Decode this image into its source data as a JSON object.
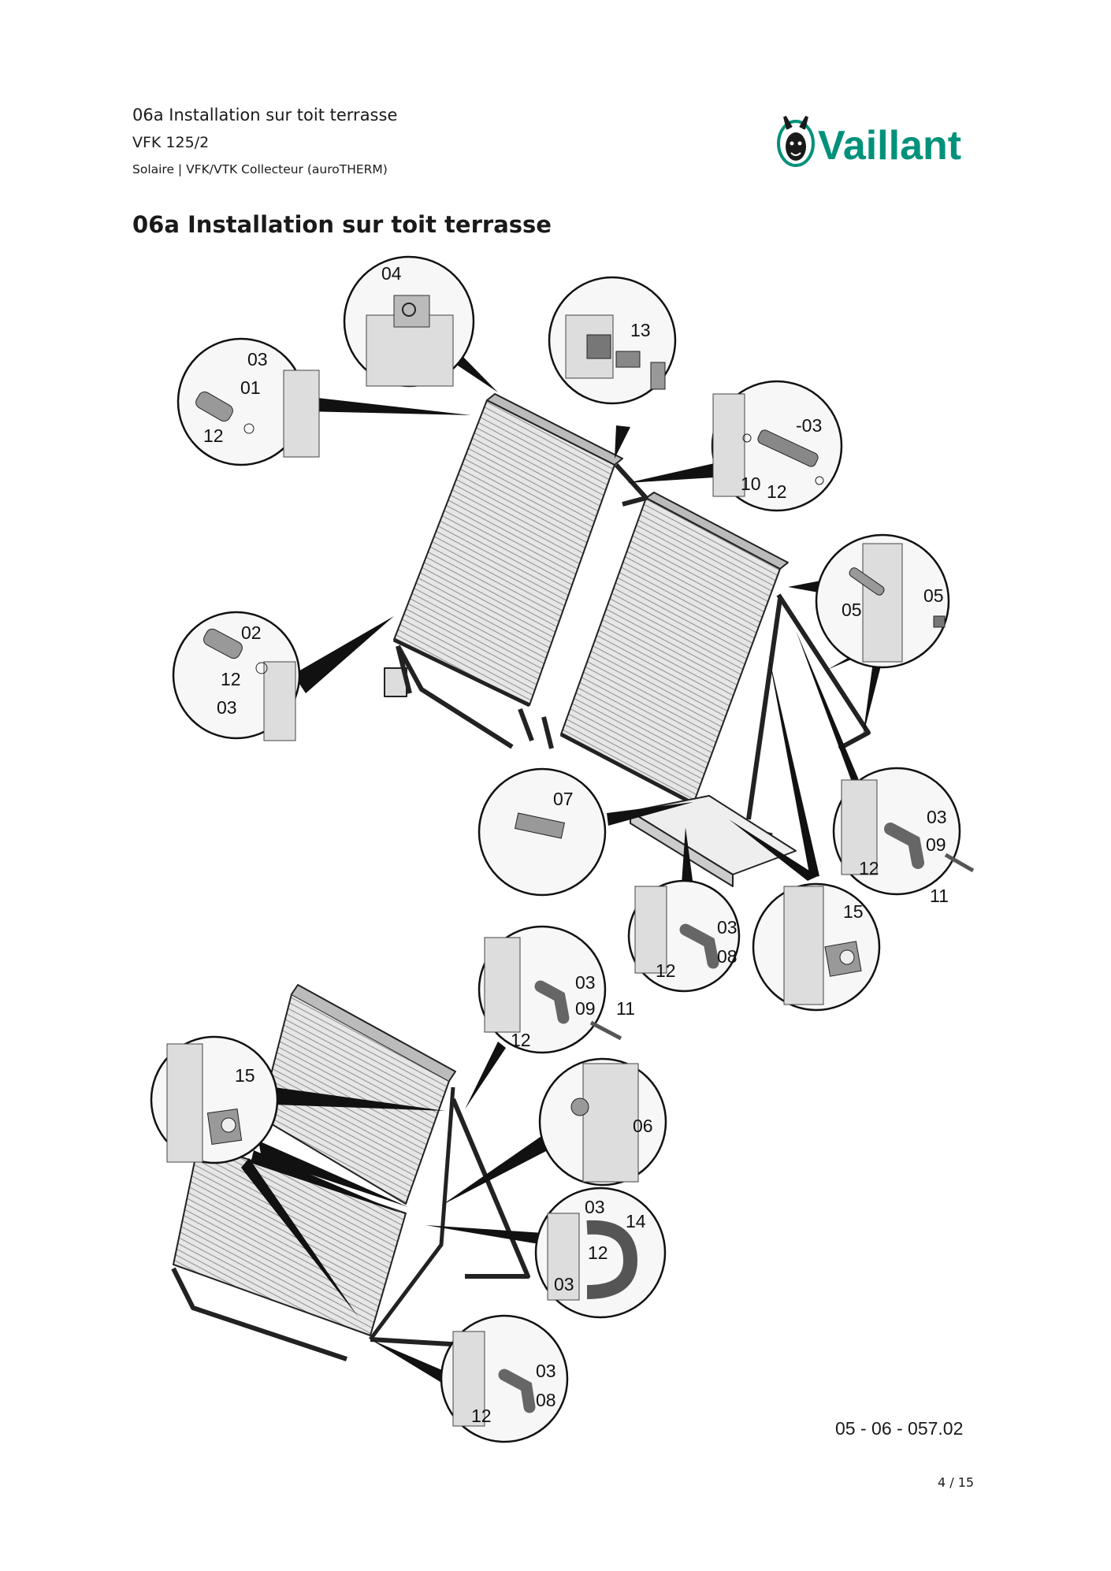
{
  "header": {
    "line1": "06a Installation sur toit terrasse",
    "line2": "VFK 125/2",
    "line3": "Solaire | VFK/VTK Collecteur (auroTHERM)"
  },
  "brand": {
    "name": "Vaillant",
    "color": "#00917a",
    "icon": "hare-logo-icon"
  },
  "title": "06a Installation sur toit terrasse",
  "callouts": [
    {
      "id": "c04",
      "labels": [
        "04"
      ]
    },
    {
      "id": "c13",
      "labels": [
        "13"
      ]
    },
    {
      "id": "c03-01-12",
      "labels": [
        "03",
        "01",
        "12"
      ]
    },
    {
      "id": "c03-10-12",
      "labels": [
        "-03",
        "10",
        "12"
      ]
    },
    {
      "id": "c05",
      "labels": [
        "05",
        "05"
      ]
    },
    {
      "id": "c02-12-03",
      "labels": [
        "02",
        "12",
        "03"
      ]
    },
    {
      "id": "c07",
      "labels": [
        "07"
      ]
    },
    {
      "id": "c03-09-12-11a",
      "labels": [
        "03",
        "09",
        "12",
        "11"
      ]
    },
    {
      "id": "c03-08-12a",
      "labels": [
        "03",
        "08",
        "12"
      ]
    },
    {
      "id": "c15a",
      "labels": [
        "15"
      ]
    },
    {
      "id": "c03-09-12-11b",
      "labels": [
        "03",
        "09",
        "11",
        "12"
      ]
    },
    {
      "id": "c15b",
      "labels": [
        "15"
      ]
    },
    {
      "id": "c06",
      "labels": [
        "06"
      ]
    },
    {
      "id": "c03-14-12-03",
      "labels": [
        "03",
        "14",
        "12",
        "03"
      ]
    },
    {
      "id": "c03-08-12b",
      "labels": [
        "03",
        "08",
        "12"
      ]
    }
  ],
  "doc_code": "05 - 06 - 057.02",
  "page_number": "4 / 15"
}
